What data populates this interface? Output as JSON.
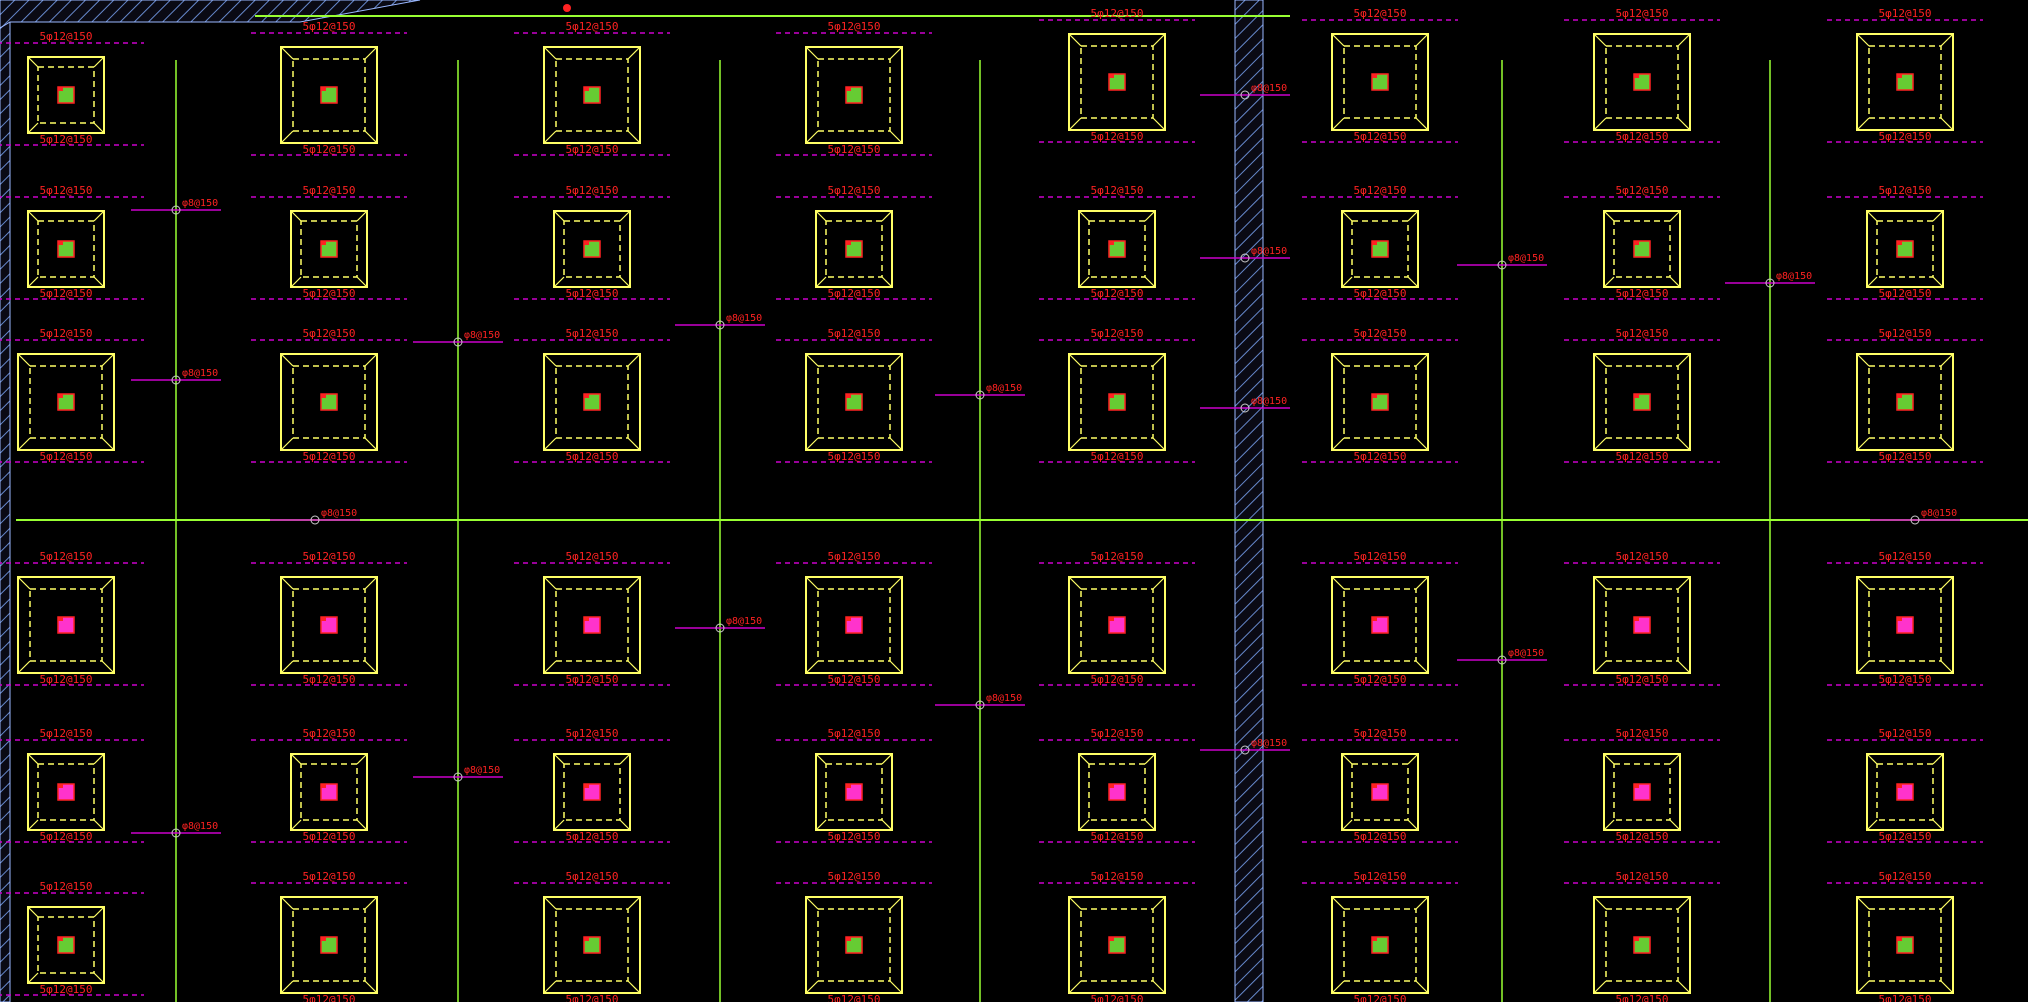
{
  "app": {
    "title": "",
    "view": "foundation-plan"
  },
  "colors": {
    "background": "#000000",
    "footing_outline": "#ffff66",
    "pier_fill_top": "#66cc33",
    "pier_fill_bottom": "#ff33cc",
    "pier_marker": "#ff2222",
    "dim_line": "#cc00cc",
    "label_text": "#ff2222",
    "grid_line": "#99ff33",
    "wall_hatch": "#6688cc"
  },
  "drawing": {
    "footings": {
      "columns": 8,
      "rows": 6,
      "large_footing_rows": [
        0,
        2,
        3,
        5
      ],
      "small_footing_rows": [
        1,
        4
      ],
      "magenta_pier_rows": [
        3,
        4
      ],
      "label_placeholder": "5φ12@150"
    },
    "grid_markers": {
      "label_placeholder": "φ8@150"
    }
  }
}
